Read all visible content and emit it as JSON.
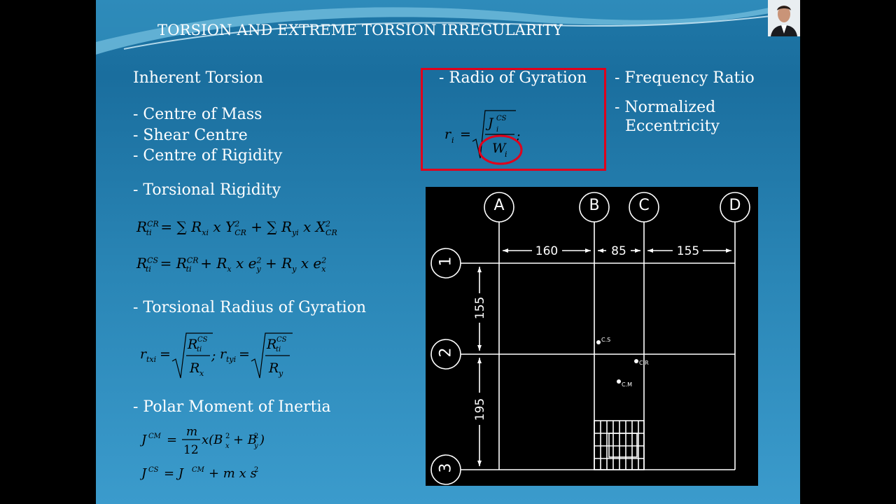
{
  "slide": {
    "title": "TORSION AND EXTREME TORSION IRREGULARITY"
  },
  "left": {
    "heading": "Inherent Torsion",
    "centres": [
      "- Centre of Mass",
      "- Shear Centre",
      "- Centre of Rigidity"
    ],
    "torsional_rigidity": "- Torsional Rigidity",
    "torsional_radius": "- Torsional Radius of Gyration",
    "polar_moment": "- Polar Moment of Inertia"
  },
  "middle": {
    "radio_of_gyration": "- Radio of Gyration"
  },
  "right": {
    "frequency_ratio": "- Frequency Ratio",
    "normalized_eccentricity_line1": "- Normalized",
    "normalized_eccentricity_line2": "Eccentricity"
  },
  "plan": {
    "grid_columns": [
      "A",
      "B",
      "C",
      "D"
    ],
    "grid_rows": [
      "1",
      "2",
      "3"
    ],
    "x_spans": [
      "160",
      "85",
      "155"
    ],
    "y_spans": [
      "155",
      "195"
    ],
    "markers": [
      "C.S",
      "C.R",
      "C.M"
    ]
  },
  "colors": {
    "title_text": "#ffffff",
    "highlight_box": "#e0001c",
    "plan_background": "#000000"
  }
}
